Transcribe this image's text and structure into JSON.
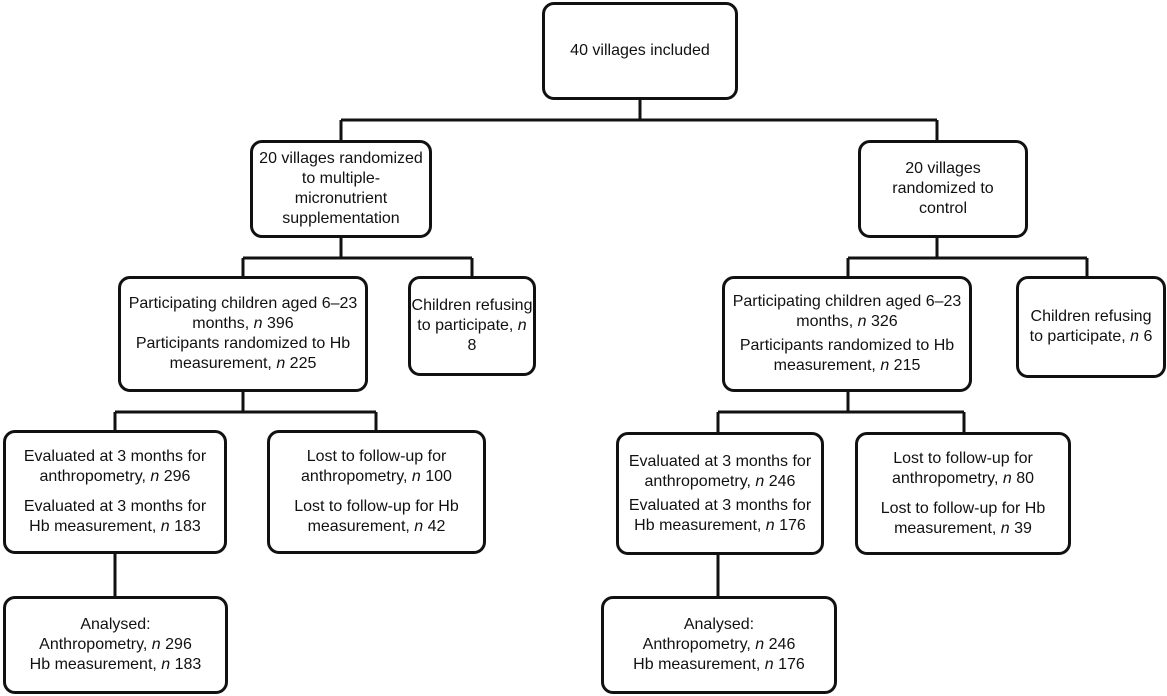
{
  "root": {
    "text": "40 villages included"
  },
  "intervention_arm": {
    "lines": [
      "20 villages randomized",
      "to multiple-",
      "micronutrient",
      "supplementation"
    ]
  },
  "control_arm": {
    "lines": [
      "20 villages",
      "randomized to",
      "control"
    ]
  },
  "mmn_participants": {
    "line1": "Participating children aged 6–23",
    "line2_prefix": "months, ",
    "line2_n": "n",
    "line2_value": " 396",
    "line3": "Participants randomized to Hb",
    "line4_prefix": "measurement, ",
    "line4_n": "n",
    "line4_value": " 225"
  },
  "mmn_refusing": {
    "line1": "Children refusing",
    "line2_prefix": "to participate, ",
    "line2_n": "n",
    "line2_value": " 8"
  },
  "ctl_participants": {
    "line1": "Participating children aged 6–23",
    "line2_prefix": "months, ",
    "line2_n": "n",
    "line2_value": " 326",
    "line3": "Participants randomized to Hb",
    "line4_prefix": "measurement, ",
    "line4_n": "n",
    "line4_value": " 215"
  },
  "ctl_refusing": {
    "line1": "Children refusing",
    "line2_prefix": "to participate, ",
    "line2_n": "n",
    "line2_value": " 6"
  },
  "mmn_evaluated": {
    "a1": "Evaluated at 3 months for",
    "a2_prefix": "anthropometry, ",
    "a2_n": "n",
    "a2_value": " 296",
    "b1": "Evaluated at 3 months for",
    "b2_prefix": "Hb measurement, ",
    "b2_n": "n",
    "b2_value": " 183"
  },
  "mmn_lost": {
    "a1": "Lost to follow-up for",
    "a2_prefix": "anthropometry, ",
    "a2_n": "n",
    "a2_value": " 100",
    "b1": "Lost to follow-up for Hb",
    "b2_prefix": "measurement, ",
    "b2_n": "n",
    "b2_value": " 42"
  },
  "ctl_evaluated": {
    "a1": "Evaluated at 3 months for",
    "a2_prefix": "anthropometry, ",
    "a2_n": "n",
    "a2_value": " 246",
    "b1": "Evaluated at 3 months for",
    "b2_prefix": "Hb measurement, ",
    "b2_n": "n",
    "b2_value": " 176"
  },
  "ctl_lost": {
    "a1": "Lost to follow-up for",
    "a2_prefix": "anthropometry, ",
    "a2_n": "n",
    "a2_value": " 80",
    "b1": "Lost to follow-up for Hb",
    "b2_prefix": "measurement, ",
    "b2_n": "n",
    "b2_value": " 39"
  },
  "mmn_analysed": {
    "title": "Analysed:",
    "a_prefix": "Anthropometry, ",
    "a_n": "n",
    "a_value": " 296",
    "b_prefix": "Hb measurement, ",
    "b_n": "n",
    "b_value": " 183"
  },
  "ctl_analysed": {
    "title": "Analysed:",
    "a_prefix": "Anthropometry, ",
    "a_n": "n",
    "a_value": " 246",
    "b_prefix": "Hb measurement, ",
    "b_n": "n",
    "b_value": " 176"
  }
}
